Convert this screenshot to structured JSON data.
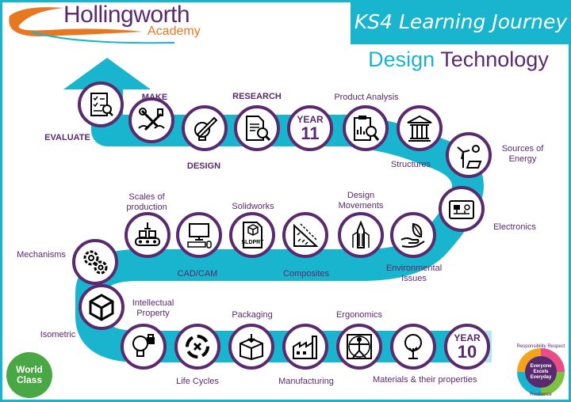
{
  "header": {
    "school_name": "Hollingworth",
    "school_sub": "Academy",
    "banner_title": "KS4 Learning Journey",
    "subject_word1": "Design",
    "subject_word2": "Technology"
  },
  "colors": {
    "accent": "#19b4cd",
    "brand_purple": "#5a2a6e",
    "brand_orange": "#e87722"
  },
  "stops": [
    {
      "label": "YEAR",
      "number": "10",
      "icon": "year-10-badge"
    },
    {
      "label": "Materials & their properties",
      "icon": "tree-icon"
    },
    {
      "label": "Ergonomics",
      "icon": "vitruvian-man-icon"
    },
    {
      "label": "Manufacturing",
      "icon": "factory-icon"
    },
    {
      "label": "Packaging",
      "icon": "box-icon"
    },
    {
      "label": "Life Cycles",
      "icon": "recycle-icon"
    },
    {
      "label": "Intellectual Property",
      "icon": "lightbulb-lock-icon"
    },
    {
      "label": "Isometric",
      "icon": "cube-icon"
    },
    {
      "label": "Mechanisms",
      "icon": "gears-icon"
    },
    {
      "label": "Scales of production",
      "icon": "conveyor-icon"
    },
    {
      "label": "CAD/CAM",
      "icon": "computer-icon"
    },
    {
      "label": "Solidworks",
      "icon": "sldprt-file-icon"
    },
    {
      "label": "Composites",
      "icon": "composite-material-icon"
    },
    {
      "label": "Design Movements",
      "icon": "building-icon"
    },
    {
      "label": "Environmental Issues",
      "icon": "leaf-hand-icon"
    },
    {
      "label": "Electronics",
      "icon": "circuit-board-icon"
    },
    {
      "label": "Sources of Energy",
      "icon": "wind-solar-icon"
    },
    {
      "label": "Structures",
      "icon": "temple-icon"
    },
    {
      "label": "Product Analysis",
      "icon": "clipboard-magnifier-icon"
    },
    {
      "label": "YEAR",
      "number": "11",
      "icon": "year-11-badge"
    },
    {
      "label": "RESEARCH",
      "icon": "document-search-icon"
    },
    {
      "label": "DESIGN",
      "icon": "pencil-bulb-icon"
    },
    {
      "label": "MAKE",
      "icon": "tools-icon"
    },
    {
      "label": "EVALUATE",
      "icon": "checklist-icon"
    }
  ],
  "badges": {
    "world_class": "World Class",
    "values_center": "Everyone Excels Everyday",
    "values_ring": [
      "Responsibility",
      "Respect",
      "Resilience"
    ]
  }
}
